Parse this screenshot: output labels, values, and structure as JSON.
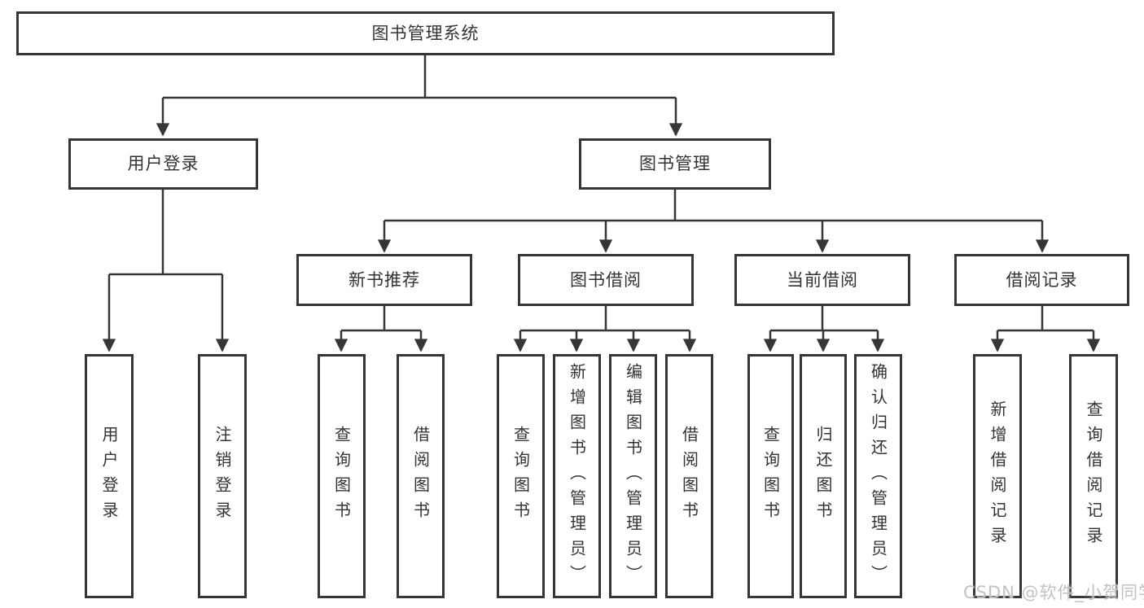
{
  "diagram": {
    "root": {
      "label": "图书管理系统"
    },
    "branches": [
      {
        "label": "用户登录",
        "children": [
          {
            "label": "用户登录"
          },
          {
            "label": "注销登录"
          }
        ]
      },
      {
        "label": "图书管理",
        "children": [
          {
            "label": "新书推荐",
            "children": [
              {
                "label": "查询图书"
              },
              {
                "label": "借阅图书"
              }
            ]
          },
          {
            "label": "图书借阅",
            "children": [
              {
                "label": "查询图书"
              },
              {
                "label": "新增图书（管理员）"
              },
              {
                "label": "编辑图书（管理员）"
              },
              {
                "label": "借阅图书"
              }
            ]
          },
          {
            "label": "当前借阅",
            "children": [
              {
                "label": "查询图书"
              },
              {
                "label": "归还图书"
              },
              {
                "label": "确认归还（管理员）"
              }
            ]
          },
          {
            "label": "借阅记录",
            "children": [
              {
                "label": "新增借阅记录"
              },
              {
                "label": "查询借阅记录"
              }
            ]
          }
        ]
      }
    ]
  },
  "watermark": {
    "text": "CSDN @软件_小贺同学"
  },
  "colors": {
    "line": "#363636",
    "text": "#333333",
    "wm": "#c2c2c2",
    "bg": "#ffffff"
  }
}
